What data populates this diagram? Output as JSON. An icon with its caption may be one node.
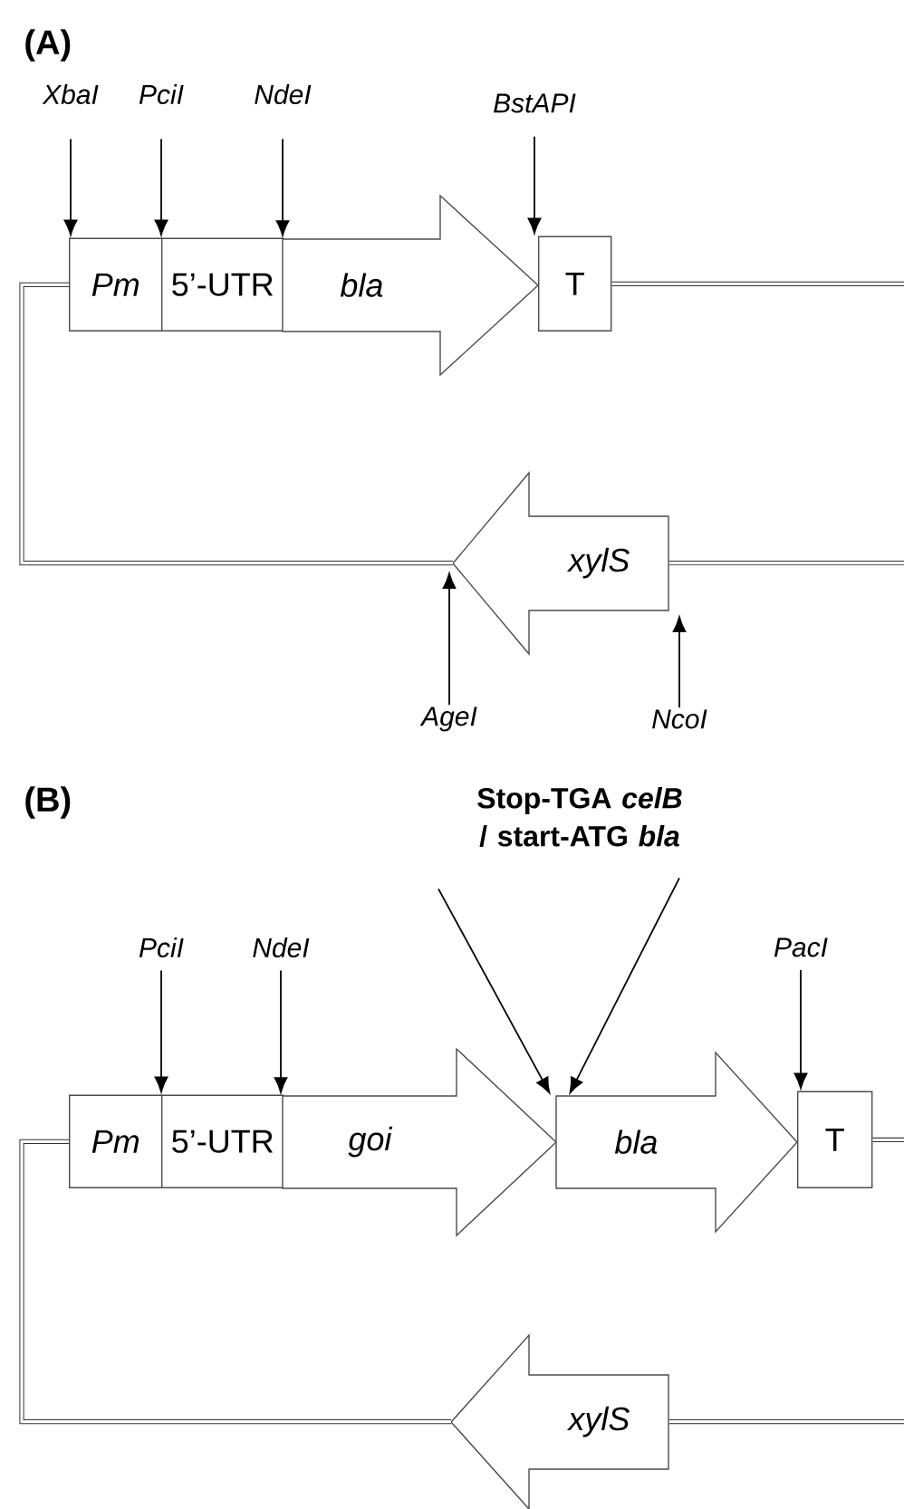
{
  "diagram": {
    "nodes": [
      {
        "text": [
          "XbaI"
        ]
      },
      {
        "text": [
          "PciI"
        ]
      },
      {
        "text": [
          "NdeI"
        ]
      },
      {
        "text": [
          "BstAPI"
        ]
      },
      {
        "text": [
          "Pm"
        ]
      },
      {
        "text": [
          "5’-UTR"
        ]
      },
      {
        "text": [
          "bla"
        ]
      },
      {
        "text": [
          "T"
        ]
      },
      {
        "text": [
          "xylS"
        ]
      },
      {
        "text": [
          "AgeI"
        ]
      },
      {
        "text": [
          "NcoI"
        ]
      },
      {
        "text": [
          "Stop-TGA *celB* / start-ATG *bla*"
        ]
      },
      {
        "text": [
          "PciI"
        ]
      },
      {
        "text": [
          "NdeI"
        ]
      },
      {
        "text": [
          "PacI"
        ]
      },
      {
        "text": [
          "Pm"
        ]
      },
      {
        "text": [
          "5’-UTR"
        ]
      },
      {
        "text": [
          "goi"
        ]
      },
      {
        "text": [
          "bla"
        ]
      },
      {
        "text": [
          "T"
        ]
      },
      {
        "text": [
          "xylS"
        ]
      }
    ],
    "edges": [
      {
        "from": 0,
        "to": 4,
        "arrow": "to"
      },
      {
        "from": 1,
        "to": 5,
        "arrow": "to"
      },
      {
        "from": 2,
        "to": 6,
        "arrow": "to"
      },
      {
        "from": 3,
        "to": 7,
        "arrow": "to"
      },
      {
        "from": 9,
        "to": 8,
        "arrow": "to"
      },
      {
        "from": 10,
        "to": 8,
        "arrow": "to"
      },
      {
        "from": 4,
        "to": 8,
        "arrow": "none",
        "style": "thick"
      },
      {
        "from": 7,
        "to": null,
        "arrow": "none",
        "style": "thick"
      },
      {
        "from": 8,
        "to": null,
        "arrow": "none",
        "style": "thick"
      },
      {
        "from": 12,
        "to": 16,
        "arrow": "to"
      },
      {
        "from": 13,
        "to": 17,
        "arrow": "to"
      },
      {
        "from": 11,
        "to": 18,
        "arrow": "to"
      },
      {
        "from": 11,
        "to": 18,
        "arrow": "to"
      },
      {
        "from": 14,
        "to": 19,
        "arrow": "to"
      },
      {
        "from": 15,
        "to": 20,
        "arrow": "none",
        "style": "thick"
      },
      {
        "from": 19,
        "to": null,
        "arrow": "none",
        "style": "thick"
      },
      {
        "from": 20,
        "to": null,
        "arrow": "none",
        "style": "thick"
      }
    ],
    "labels": [
      "(A)",
      "(B)"
    ]
  }
}
